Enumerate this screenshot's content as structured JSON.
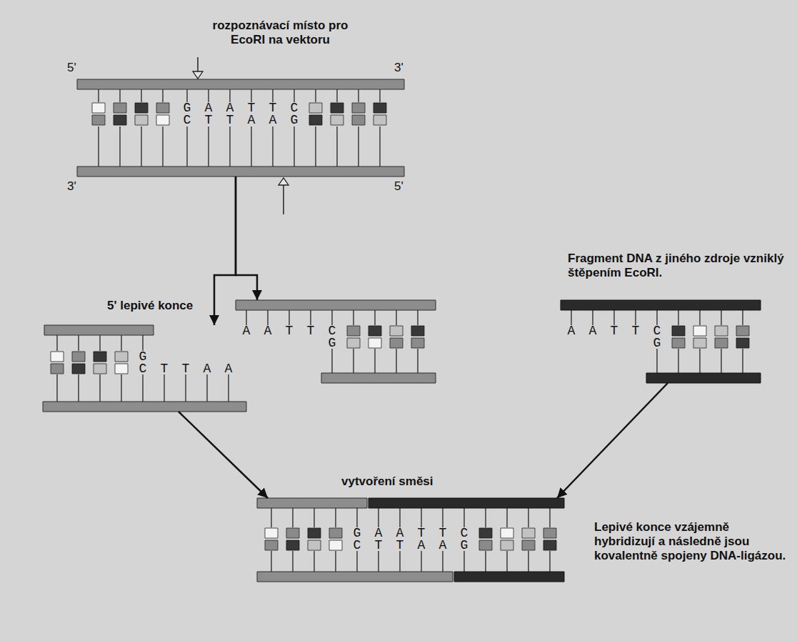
{
  "diagram": {
    "nodes": [
      {
        "text": [
          "G A A T T C",
          "C T T A A G"
        ]
      },
      {
        "text": [
          "G",
          "C T T A A"
        ]
      },
      {
        "text": [
          "A A T T C",
          "G"
        ]
      },
      {
        "text": [
          "A A T T C",
          "G"
        ]
      },
      {
        "text": [
          "G A A T T C",
          "C T T A A G"
        ]
      }
    ],
    "edges": [
      {
        "from": 0,
        "to": 1,
        "arrow": "to"
      },
      {
        "from": 0,
        "to": 2,
        "arrow": "to"
      },
      {
        "from": 1,
        "to": 4,
        "arrow": "to"
      },
      {
        "from": 3,
        "to": 4,
        "arrow": "to"
      }
    ],
    "labels": [
      "rozpoznávací místo pro EcoRI na vektoru",
      "5'",
      "3'",
      "3'",
      "5'",
      "5' lepivé konce",
      "Fragment DNA z jiného zdroje vzniklý štěpením EcoRI.",
      "vytvoření směsi",
      "Lepivé konce vzájemně hybridizují a následně jsou kovalentně spojeny DNA-ligázou."
    ]
  }
}
